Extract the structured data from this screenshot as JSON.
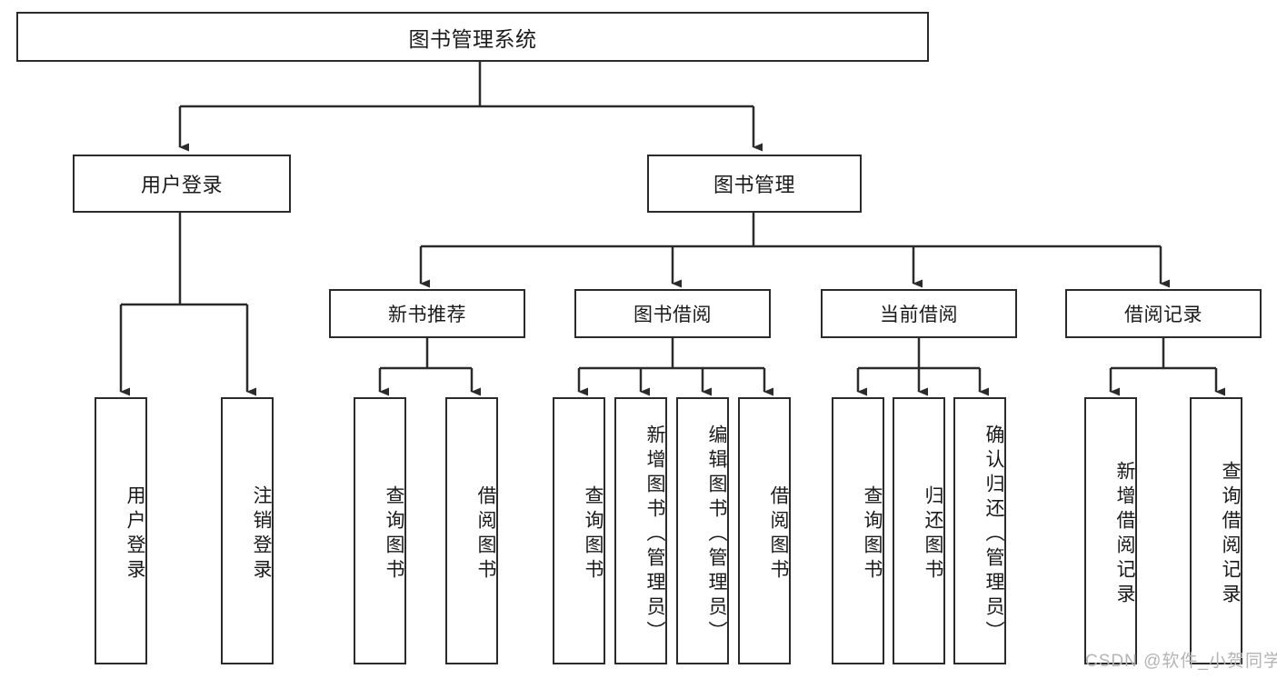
{
  "diagram": {
    "title": "图书管理系统",
    "type": "function-structure-tree",
    "watermark": "CSDN @软件_小贺同学",
    "colors": {
      "stroke": "#2b2b2b",
      "fill": "#ffffff",
      "text": "#1a1a1a",
      "watermark": "#b4b4b4"
    },
    "nodes": {
      "root": {
        "label": "图书管理系统"
      },
      "level2": [
        {
          "id": "user-login",
          "label": "用户登录"
        },
        {
          "id": "book-manage",
          "label": "图书管理"
        }
      ],
      "level3": [
        {
          "id": "new-book-recommend",
          "label": "新书推荐",
          "parent": "book-manage"
        },
        {
          "id": "book-borrow",
          "label": "图书借阅",
          "parent": "book-manage"
        },
        {
          "id": "current-borrow",
          "label": "当前借阅",
          "parent": "book-manage"
        },
        {
          "id": "borrow-record",
          "label": "借阅记录",
          "parent": "book-manage"
        }
      ],
      "leaves": [
        {
          "id": "leaf-user-login",
          "label": "用户登录",
          "parent": "user-login"
        },
        {
          "id": "leaf-logout",
          "label": "注销登录",
          "parent": "user-login"
        },
        {
          "id": "leaf-query-book-1",
          "label": "查询图书",
          "parent": "new-book-recommend"
        },
        {
          "id": "leaf-borrow-book-1",
          "label": "借阅图书",
          "parent": "new-book-recommend"
        },
        {
          "id": "leaf-query-book-2",
          "label": "查询图书",
          "parent": "book-borrow"
        },
        {
          "id": "leaf-add-book",
          "label": "新增图书（管理员）",
          "parent": "book-borrow"
        },
        {
          "id": "leaf-edit-book",
          "label": "编辑图书（管理员）",
          "parent": "book-borrow"
        },
        {
          "id": "leaf-borrow-book-2",
          "label": "借阅图书",
          "parent": "book-borrow"
        },
        {
          "id": "leaf-query-book-3",
          "label": "查询图书",
          "parent": "current-borrow"
        },
        {
          "id": "leaf-return-book",
          "label": "归还图书",
          "parent": "current-borrow"
        },
        {
          "id": "leaf-confirm-return",
          "label": "确认归还（管理员）",
          "parent": "current-borrow"
        },
        {
          "id": "leaf-add-record",
          "label": "新增借阅记录",
          "parent": "borrow-record"
        },
        {
          "id": "leaf-query-record",
          "label": "查询借阅记录",
          "parent": "borrow-record"
        }
      ]
    }
  }
}
